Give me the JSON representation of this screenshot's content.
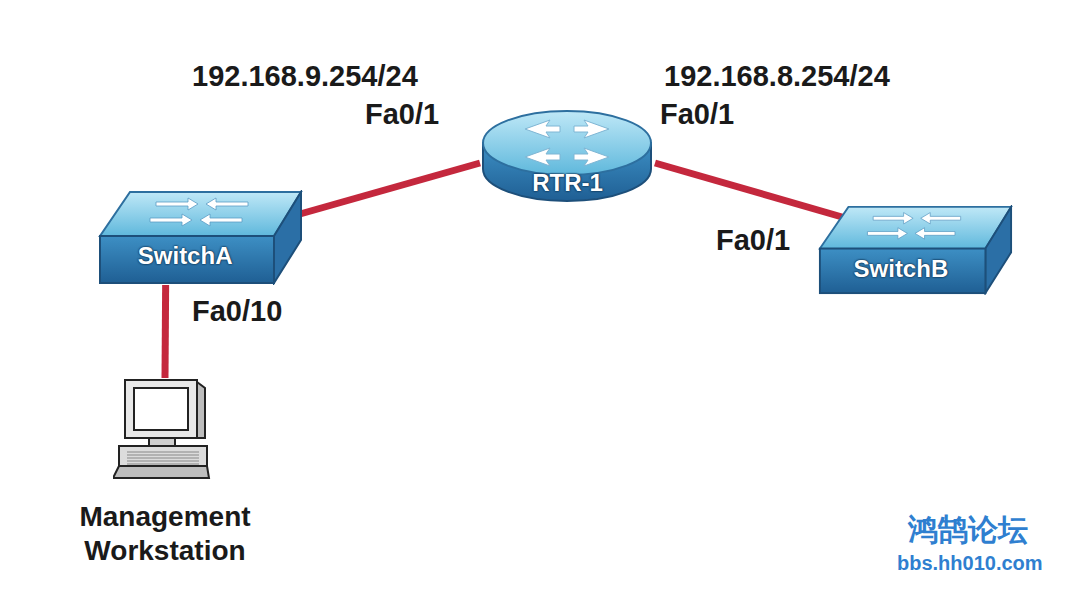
{
  "diagram": {
    "nodes": [
      {
        "text": [
          "RTR-1"
        ]
      },
      {
        "text": [
          "SwitchA"
        ]
      },
      {
        "text": [
          "SwitchB"
        ]
      },
      {
        "text": [
          "Management Workstation"
        ]
      }
    ],
    "edges": [
      {
        "from": 1,
        "to": 0,
        "arrow": "none"
      },
      {
        "from": 0,
        "to": 2,
        "arrow": "none"
      },
      {
        "from": 1,
        "to": 3,
        "arrow": "none"
      }
    ],
    "labels": [
      "192.168.9.254/24",
      "Fa0/1",
      "192.168.8.254/24",
      "Fa0/1",
      "Fa0/1",
      "Fa0/10",
      "鸿鹄论坛",
      "bbs.hh010.com"
    ]
  }
}
